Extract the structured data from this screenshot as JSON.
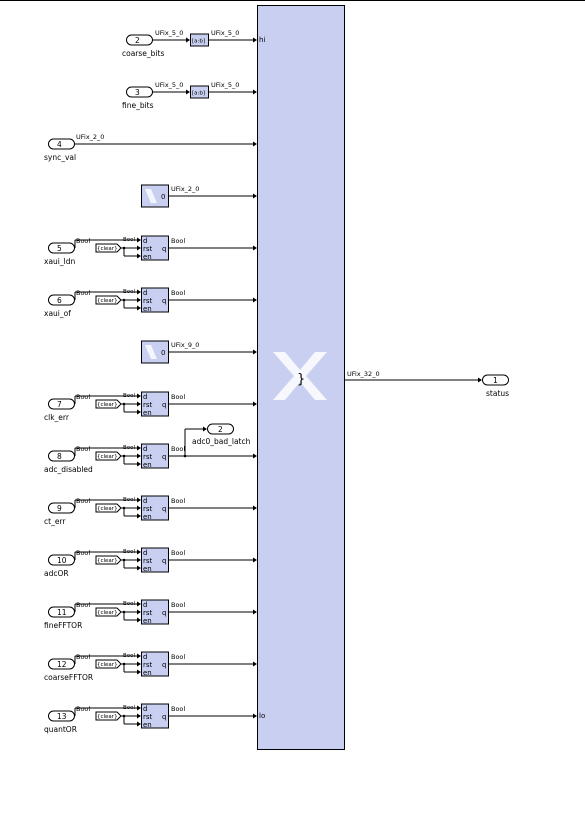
{
  "top_rule": true,
  "concat": {
    "hi_label": "hi",
    "lo_label": "lo",
    "symbol": "}",
    "out_dtype": "UFix_32_0"
  },
  "output_port": {
    "number": "1",
    "name": "status"
  },
  "tap_port": {
    "number": "2",
    "name": "adc0_bad_latch"
  },
  "rows": [
    {
      "kind": "reinterpret",
      "port": "2",
      "name": "coarse_bits",
      "in_dtype": "UFix_5_0",
      "blk": "[a:b]",
      "out_dtype": "UFix_5_0"
    },
    {
      "kind": "reinterpret",
      "port": "3",
      "name": "fine_bits",
      "in_dtype": "UFix_5_0",
      "blk": "[a:b]",
      "out_dtype": "UFix_5_0"
    },
    {
      "kind": "direct",
      "port": "4",
      "name": "sync_val",
      "in_dtype": "UFix_2_0"
    },
    {
      "kind": "const",
      "value": "0",
      "out_dtype": "UFix_2_0"
    },
    {
      "kind": "latch",
      "port": "5",
      "name": "xaui_ldn",
      "in_dtype": "Bool",
      "out_dtype": "Bool"
    },
    {
      "kind": "latch",
      "port": "6",
      "name": "xaui_of",
      "in_dtype": "Bool",
      "out_dtype": "Bool"
    },
    {
      "kind": "const",
      "value": "0",
      "out_dtype": "UFix_9_0"
    },
    {
      "kind": "latch",
      "port": "7",
      "name": "clk_err",
      "in_dtype": "Bool",
      "out_dtype": "Bool"
    },
    {
      "kind": "latch",
      "port": "8",
      "name": "adc_disabled",
      "in_dtype": "Bool",
      "out_dtype": "Bool",
      "tap": true
    },
    {
      "kind": "latch",
      "port": "9",
      "name": "ct_err",
      "in_dtype": "Bool",
      "out_dtype": "Bool"
    },
    {
      "kind": "latch",
      "port": "10",
      "name": "adcOR",
      "in_dtype": "Bool",
      "out_dtype": "Bool"
    },
    {
      "kind": "latch",
      "port": "11",
      "name": "fineFFTOR",
      "in_dtype": "Bool",
      "out_dtype": "Bool"
    },
    {
      "kind": "latch",
      "port": "12",
      "name": "coarseFFTOR",
      "in_dtype": "Bool",
      "out_dtype": "Bool"
    },
    {
      "kind": "latch",
      "port": "13",
      "name": "quantOR",
      "in_dtype": "Bool",
      "out_dtype": "Bool",
      "last": true
    }
  ],
  "latch_pins": {
    "d": "d",
    "rst": "rst",
    "en": "en",
    "q": "q",
    "clear": "{clear}",
    "bool_small": "Bool"
  }
}
